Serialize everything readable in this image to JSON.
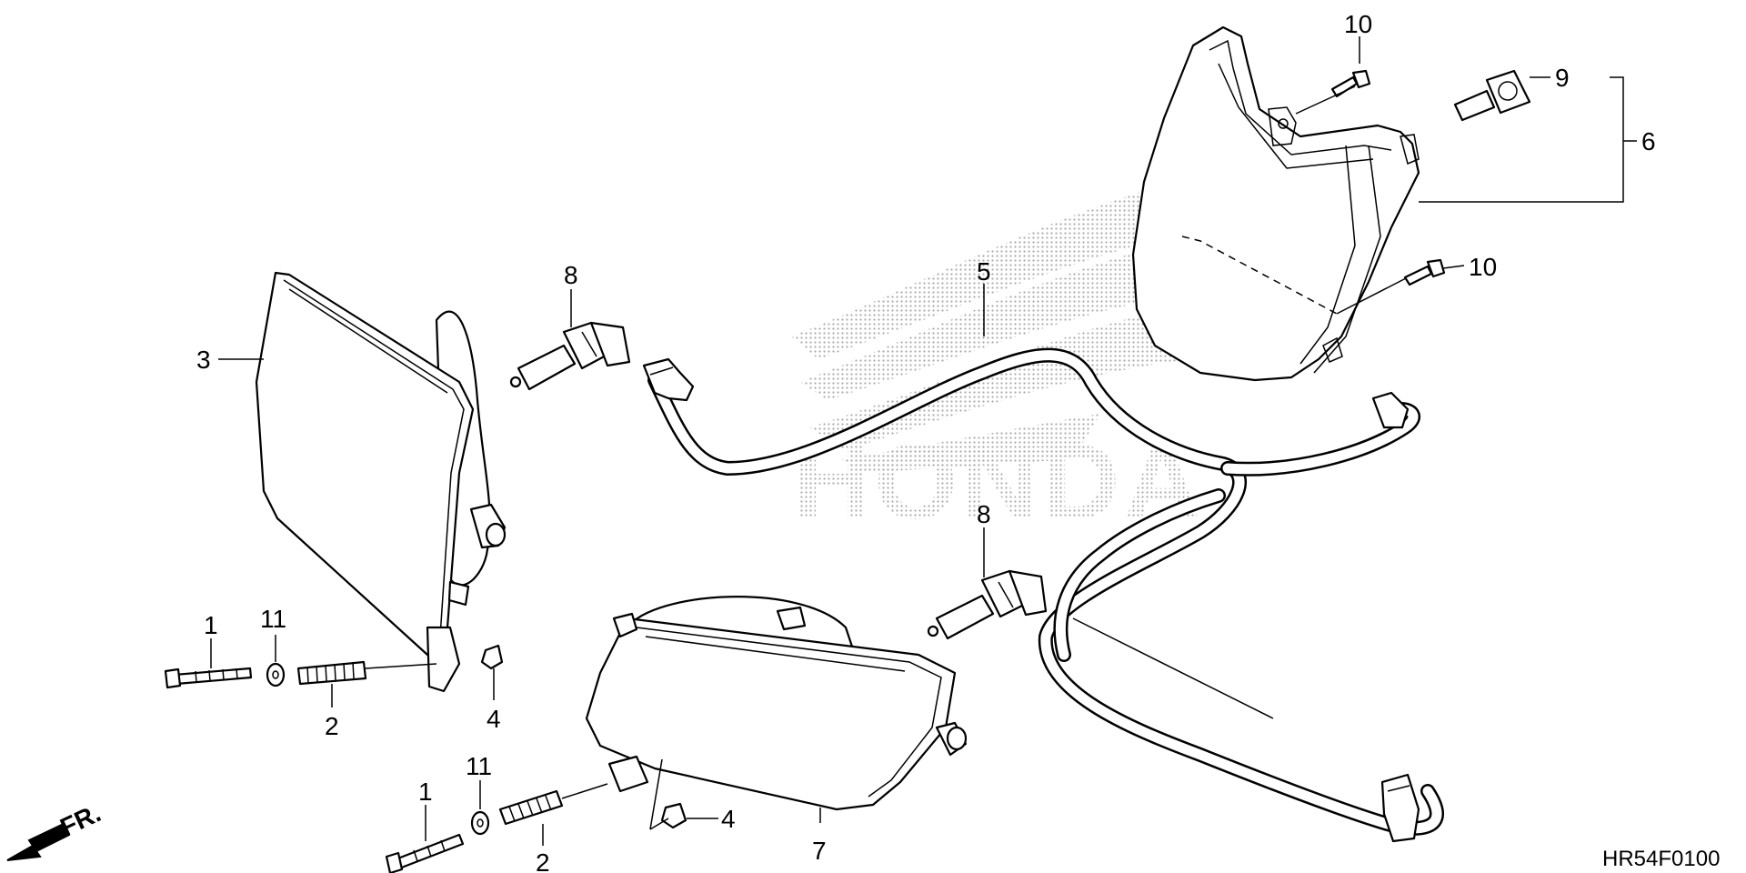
{
  "diagram": {
    "watermark_brand": "HONDA",
    "diagram_code": "HR54F0100",
    "direction_marker": "FR.",
    "callouts": {
      "bolt_upper": "1",
      "bolt_lower": "1",
      "spring_upper": "2",
      "spring_lower": "2",
      "headlight_right": "3",
      "nut_upper": "4",
      "nut_lower": "4",
      "wire_harness": "5",
      "tail_light_assy": "6",
      "headlight_left": "7",
      "bulb_upper": "8",
      "bulb_lower": "8",
      "small_bulb": "9",
      "screw_top": "10",
      "screw_right": "10",
      "washer_upper": "11",
      "washer_lower": "11"
    }
  }
}
